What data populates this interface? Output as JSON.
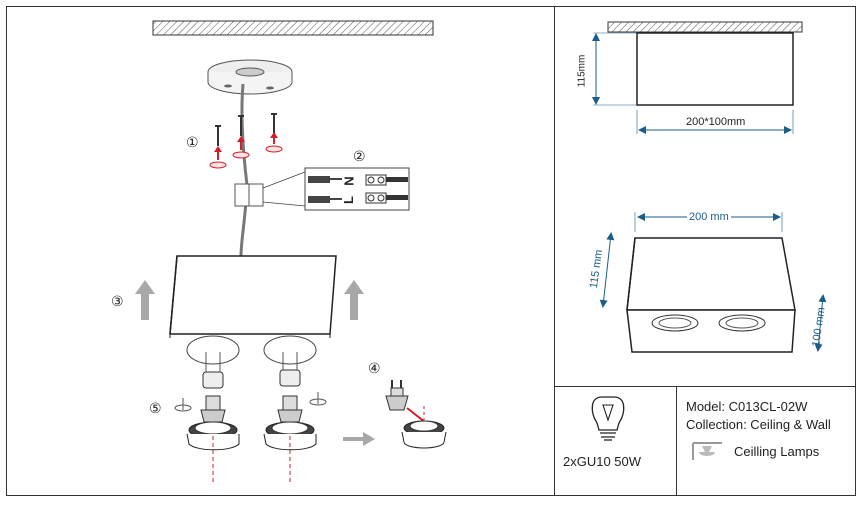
{
  "steps": [
    "①",
    "②",
    "③",
    "④",
    "⑤"
  ],
  "wiring": {
    "neutral": "N",
    "live": "L"
  },
  "dimensions": {
    "side_height": "115mm",
    "side_width": "200*100mm",
    "iso_width": "200 mm",
    "iso_height": "115 mm",
    "iso_depth": "100 mm"
  },
  "info": {
    "bulb_spec": "2xGU10 50W",
    "model": "Model: C013CL-02W",
    "collection": "Collection: Ceiling & Wall",
    "category": "Ceilling Lamps"
  },
  "colors": {
    "accent": "#1a5d8a",
    "warn_red": "#d21f2b",
    "arrow_gray": "#a8a8a8"
  }
}
